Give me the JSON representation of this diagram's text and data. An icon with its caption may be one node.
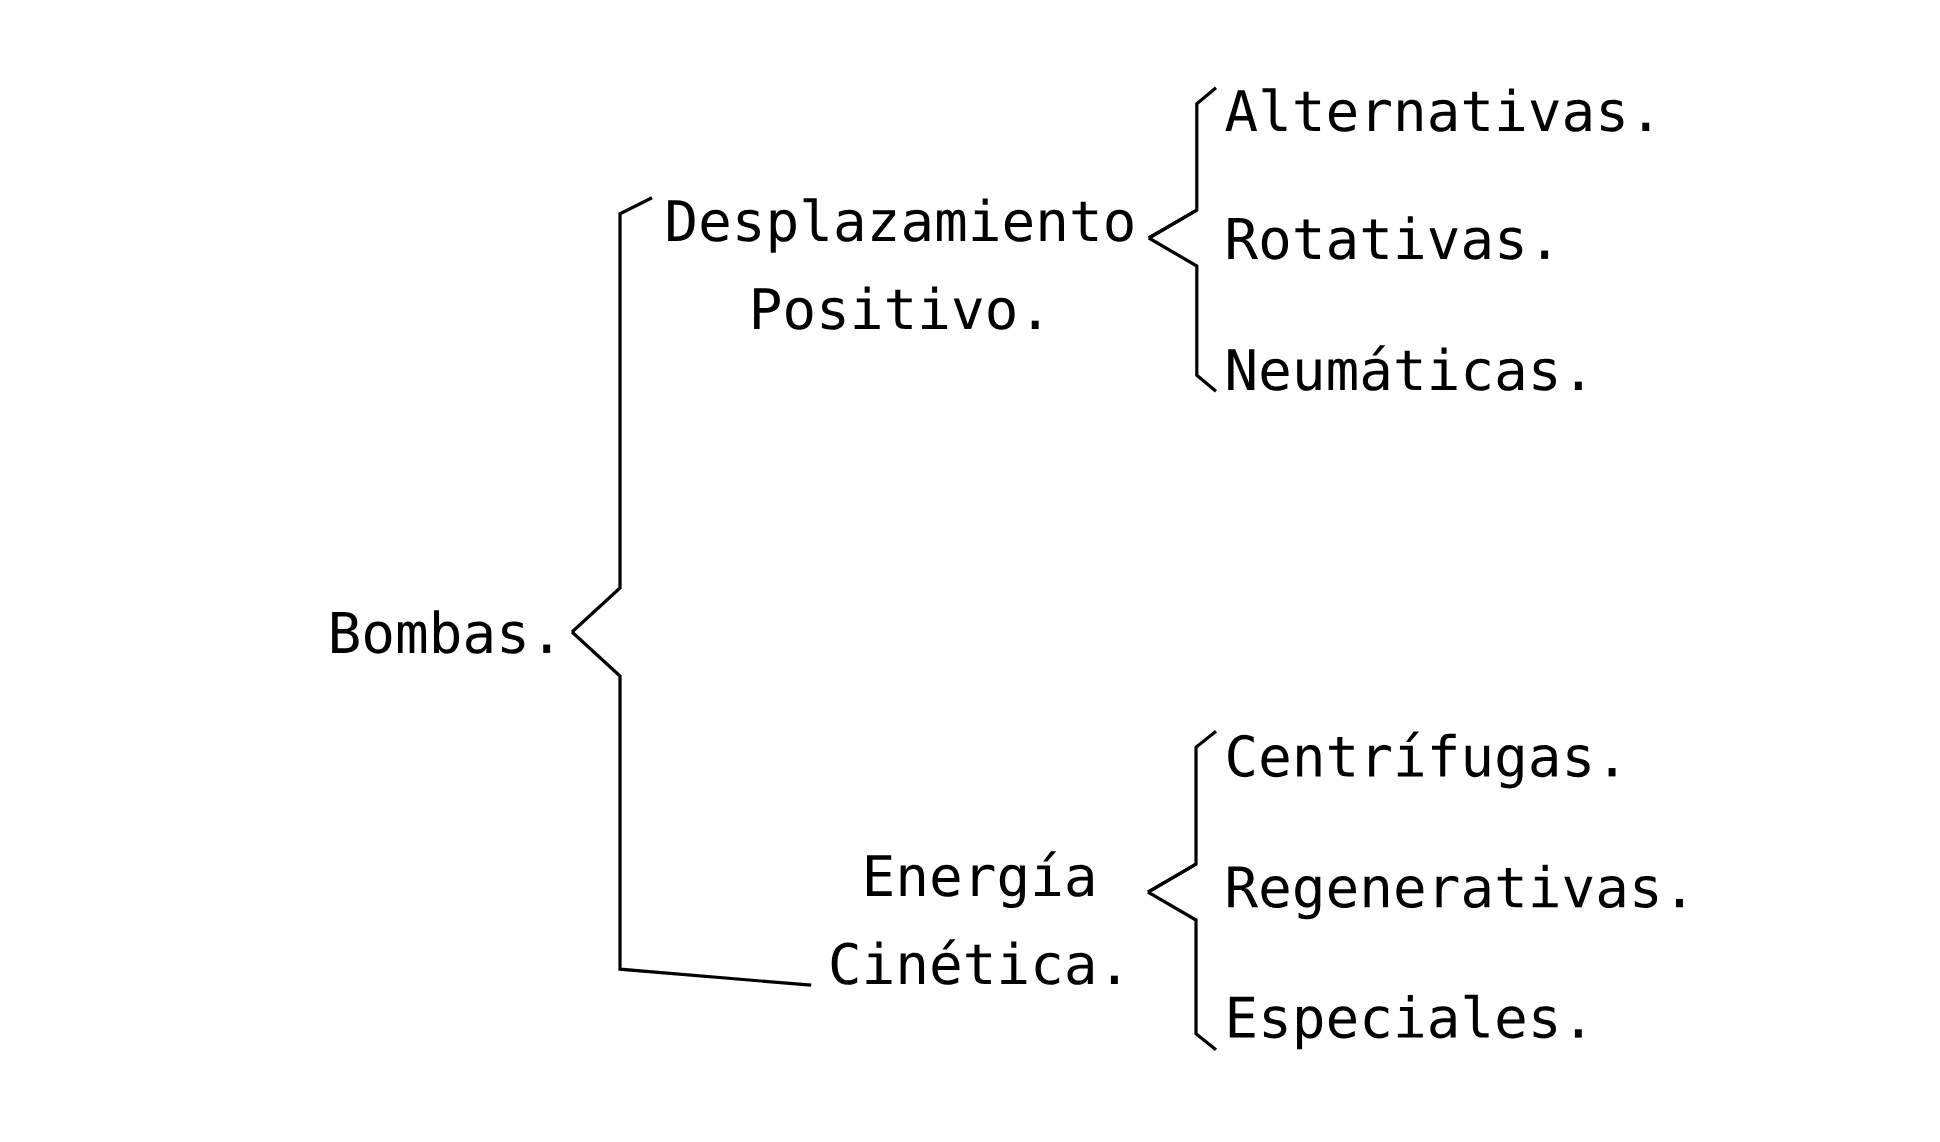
{
  "diagram": {
    "nodes": [
      {
        "text": [
          "Bombas."
        ]
      },
      {
        "text": [
          "Desplazamiento Positivo."
        ]
      },
      {
        "text": [
          "Energía Cinética."
        ]
      },
      {
        "text": [
          "Alternativas."
        ]
      },
      {
        "text": [
          "Rotativas."
        ]
      },
      {
        "text": [
          "Neumáticas."
        ]
      },
      {
        "text": [
          "Centrífugas."
        ]
      },
      {
        "text": [
          "Regenerativas."
        ]
      },
      {
        "text": [
          "Especiales."
        ]
      }
    ],
    "edges": [
      {
        "from": 0,
        "to": 1,
        "arrow": "none"
      },
      {
        "from": 0,
        "to": 2,
        "arrow": "none"
      },
      {
        "from": 1,
        "to": 3,
        "arrow": "none"
      },
      {
        "from": 1,
        "to": 4,
        "arrow": "none"
      },
      {
        "from": 1,
        "to": 5,
        "arrow": "none"
      },
      {
        "from": 2,
        "to": 6,
        "arrow": "none"
      },
      {
        "from": 2,
        "to": 7,
        "arrow": "none"
      },
      {
        "from": 2,
        "to": 8,
        "arrow": "none"
      }
    ]
  }
}
